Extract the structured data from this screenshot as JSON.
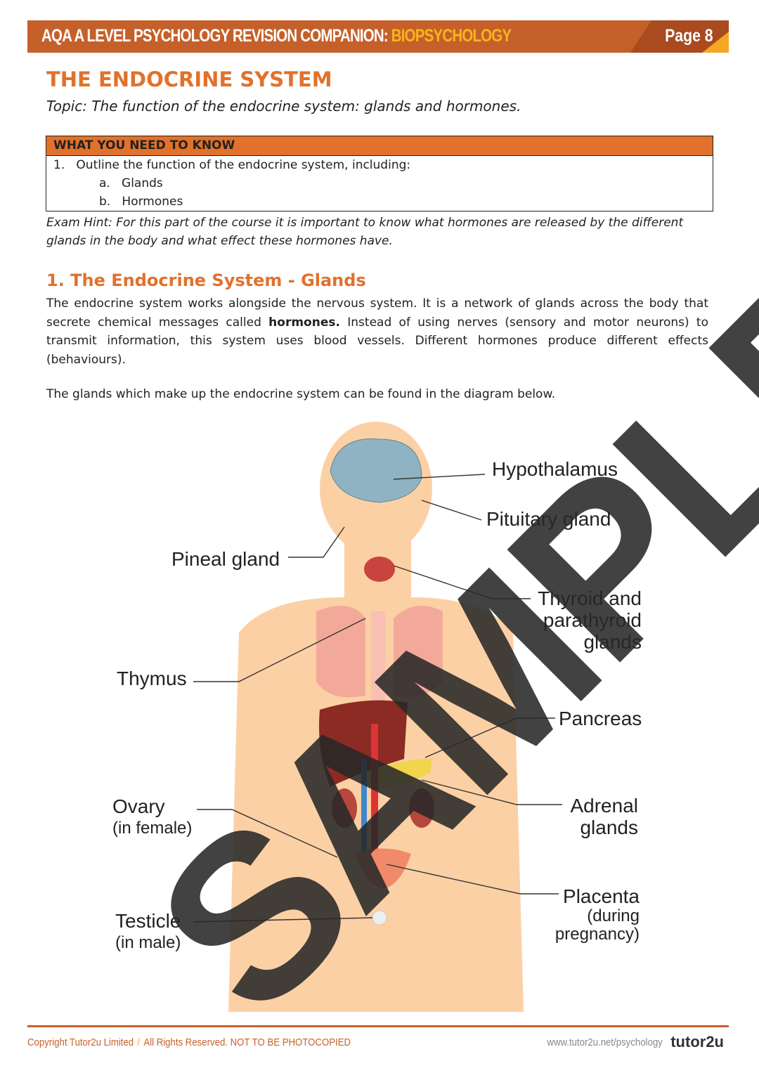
{
  "header": {
    "title": "AQA A LEVEL PSYCHOLOGY REVISION COMPANION: ",
    "title_highlight": "BIOPSYCHOLOGY",
    "page": "Page 8"
  },
  "title": "THE ENDOCRINE SYSTEM",
  "topic": "Topic: The function of the endocrine system: glands and hormones.",
  "need_to_know": {
    "heading": "WHAT YOU NEED TO KNOW",
    "item1": "1.   Outline the function of the endocrine system, including:",
    "a": "a.   Glands",
    "b": "b.   Hormones"
  },
  "hint": "Exam Hint: For this part of the course it is important to know what hormones are released by the different glands in the body and what effect these hormones have.",
  "section": {
    "heading": "1. The Endocrine System - Glands",
    "p1_a": "The endocrine system works alongside the nervous system. It is a network of glands across the body that secrete chemical messages called ",
    "p1_bold": "hormones.",
    "p1_b": " Instead of using nerves (sensory and motor neurons) to transmit information, this system uses blood vessels. Different hormones produce different effects (behaviours).",
    "p2": "The glands which make up the endocrine system can be found in the diagram below."
  },
  "diagram": {
    "labels": {
      "hypothalamus": "Hypothalamus",
      "pituitary": "Pituitary gland",
      "pineal": "Pineal gland",
      "thyroid1": "Thyroid and",
      "thyroid2": "parathyroid",
      "thyroid3": "glands",
      "thymus": "Thymus",
      "pancreas": "Pancreas",
      "adrenal1": "Adrenal",
      "adrenal2": "glands",
      "ovary": "Ovary",
      "ovary_sub": "(in female)",
      "testicle": "Testicle",
      "testicle_sub": "(in male)",
      "placenta": "Placenta",
      "placenta_sub1": "(during",
      "placenta_sub2": "pregnancy)"
    }
  },
  "watermark": "SAMPLE",
  "footer": {
    "copyright": "Copyright Tutor2u Limited",
    "rights": "All Rights Reserved. NOT TO BE PHOTOCOPIED",
    "url": "www.tutor2u.net/psychology",
    "logo": "tutor2u"
  },
  "colors": {
    "brand_orange": "#c5602a",
    "heading_orange": "#e2712b",
    "highlight_yellow": "#f6b51c"
  }
}
